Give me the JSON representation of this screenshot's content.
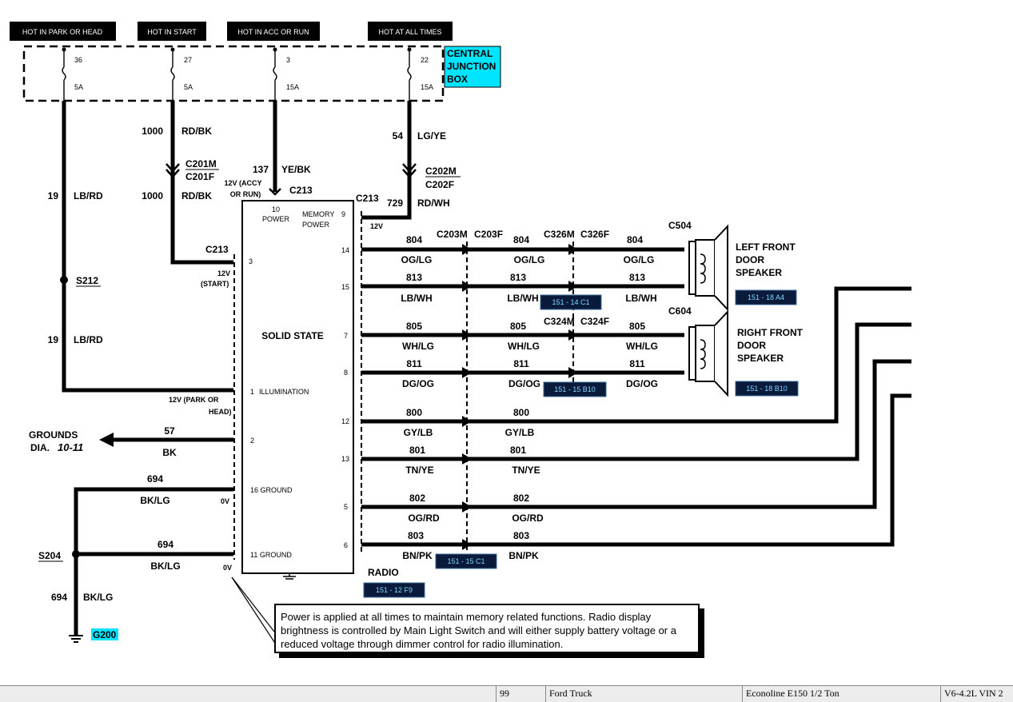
{
  "hot_labels": [
    "HOT IN PARK OR HEAD",
    "HOT IN START",
    "HOT IN ACC OR RUN",
    "HOT AT ALL TIMES"
  ],
  "junction_box": {
    "title_lines": [
      "CENTRAL",
      "JUNCTION",
      "BOX"
    ],
    "fuses": [
      {
        "number": "36",
        "rating": "5A"
      },
      {
        "number": "27",
        "rating": "5A"
      },
      {
        "number": "3",
        "rating": "15A"
      },
      {
        "number": "22",
        "rating": "15A"
      }
    ]
  },
  "feed_wires": {
    "w19a": "19",
    "lbrd_a": "LB/RD",
    "w19b": "19",
    "lbrd_b": "LB/RD",
    "w1000a": "1000",
    "rdbk_a": "RD/BK",
    "w1000b": "1000",
    "rdbk_b": "RD/BK",
    "w137": "137",
    "yebk": "YE/BK",
    "w54": "54",
    "lgye": "LG/YE",
    "w729": "729",
    "rdwh": "RD/WH"
  },
  "connectors": {
    "c201m": "C201M",
    "c201f": "C201F",
    "c202m": "C202M",
    "c202f": "C202F",
    "c213_a": "C213",
    "c213_b": "C213",
    "c213_c": "C213",
    "c203m": "C203M",
    "c203f": "C203F",
    "c326m": "C326M",
    "c326f": "C326F",
    "c324m": "C324M",
    "c324f": "C324F",
    "c504": "C504",
    "c604": "C604"
  },
  "splices": {
    "s212": "S212",
    "s204": "S204",
    "g200": "G200"
  },
  "radio": {
    "label": "RADIO",
    "center": "SOLID STATE",
    "pin10": "10",
    "power": "POWER",
    "pin9": "9",
    "memory": "MEMORY",
    "memory2": "POWER",
    "pin3": "3",
    "pin1": "1",
    "illumination": "ILLUMINATION",
    "pin2": "2",
    "pin16": "16 GROUND",
    "pin11": "11 GROUND",
    "p14": "14",
    "p15": "15",
    "p7": "7",
    "p8": "8",
    "p12": "12",
    "p13": "13",
    "p5": "5",
    "p6": "6"
  },
  "voltage_notes": {
    "accy1": "12V (ACCY",
    "accy2": "OR RUN)",
    "v12_9": "12V",
    "start1": "12V",
    "start2": "(START)",
    "park1": "12V (PARK OR",
    "park2": "HEAD)",
    "zero1": "0V",
    "zero2": "0V"
  },
  "grounds": {
    "label1": "GROUNDS",
    "label2": "DIA.",
    "page": "10-11",
    "w57": "57",
    "bk": "BK",
    "w694a": "694",
    "bklg_a": "BK/LG",
    "w694b": "694",
    "bklg_b": "BK/LG",
    "w694c": "694",
    "bklg_c": "BK/LG"
  },
  "speaker_circuits": [
    {
      "circuit": "804",
      "color": "OG/LG"
    },
    {
      "circuit": "813",
      "color": "LB/WH"
    },
    {
      "circuit": "805",
      "color": "WH/LG"
    },
    {
      "circuit": "811",
      "color": "DG/OG"
    },
    {
      "circuit": "800",
      "color": "GY/LB"
    },
    {
      "circuit": "801",
      "color": "TN/YE"
    },
    {
      "circuit": "802",
      "color": "OG/RD"
    },
    {
      "circuit": "803",
      "color": "BN/PK"
    }
  ],
  "speakers": {
    "left": [
      "LEFT FRONT",
      "DOOR",
      "SPEAKER"
    ],
    "right": [
      "RIGHT FRONT",
      "DOOR",
      "SPEAKER"
    ]
  },
  "refs": {
    "r1": "151 - 14 C1",
    "r2": "151 - 18 A4",
    "r3": "151 - 15 B10",
    "r4": "151 - 18 B10",
    "r5": "151 - 15 C1",
    "r6": "151 - 12 F9"
  },
  "note": "Power is applied at all times to maintain memory related functions.  Radio display brightness is controlled by Main Light Switch and will either supply battery voltage or a reduced voltage through dimmer control for radio illumination.",
  "footer": {
    "page": "99",
    "make": "Ford Truck",
    "model": "Econoline E150 1/2 Ton",
    "engine": "V6-4.2L VIN 2"
  },
  "colors": {
    "callout_fill": "#00e5ff",
    "ref_box": "#0a1a3a",
    "ref_text": "#7fd8ff"
  }
}
